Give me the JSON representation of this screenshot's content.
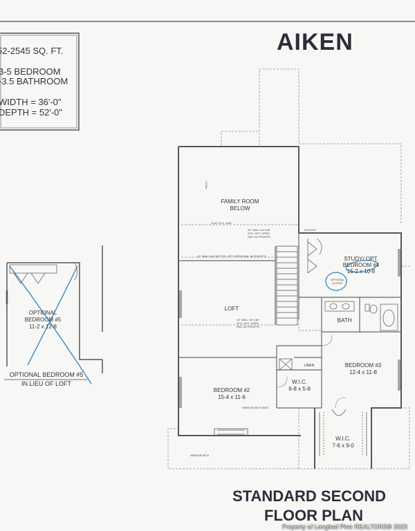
{
  "title": "AIKEN",
  "specs": {
    "sqft": "52-2545 SQ. FT.",
    "bedrooms": "3-5 BEDROOM",
    "bathrooms": "-3.5 BATHROOM",
    "width": "WIDTH = 36'-0\"",
    "depth": "DEPTH = 52'-0\""
  },
  "footer_title": {
    "line1": "STANDARD SECOND",
    "line2": "FLOOR PLAN"
  },
  "copyright": "Property of Longleaf Pine REALTORS® 2023",
  "rooms": {
    "family_room": {
      "name": "FAMILY ROOM",
      "sub": "BELOW"
    },
    "loft": {
      "name": "LOFT"
    },
    "study": {
      "name": "STUDY/ OPT.",
      "sub": "BEDROOM #4",
      "dims": "15-2 x 10-8"
    },
    "bath": {
      "name": "BATH"
    },
    "bedroom2": {
      "name": "BEDROOM #2",
      "dims": "15-4 x 11-6"
    },
    "bedroom3": {
      "name": "BEDROOM #3",
      "dims": "12-4 x 11-8"
    },
    "wic1": {
      "name": "W.I.C.",
      "dims": "6-8 x 5-8"
    },
    "wic2": {
      "name": "W.I.C.",
      "dims": "7-6 x 9-0"
    },
    "linen": {
      "name": "LINEN"
    },
    "optional_bedroom5": {
      "name": "OPTIONAL",
      "sub": "BEDROOM #5",
      "dims": "11-2 x 12-8"
    }
  },
  "notes": {
    "optional_caption_1": "OPTIONAL BEDROOM #5",
    "optional_caption_2": "IN LIEU OF LOFT",
    "optional_closet": "OPTIONAL CLOSET",
    "flat_ceiling": "FLAT CLG. LINE",
    "vault": "VAULT",
    "access": "ACCESS",
    "window_box_1": "WINDOW BOX SEAT",
    "window_box_2": "WINDOW BOX",
    "rail_note": "42\" WALL W/ CAP STD. OPT. OPEN RAIL W/ PICKETS"
  },
  "colors": {
    "line": "#555555",
    "dashed": "#888888",
    "annotation": "#2f7fb8",
    "title": "#2b2d3a"
  }
}
